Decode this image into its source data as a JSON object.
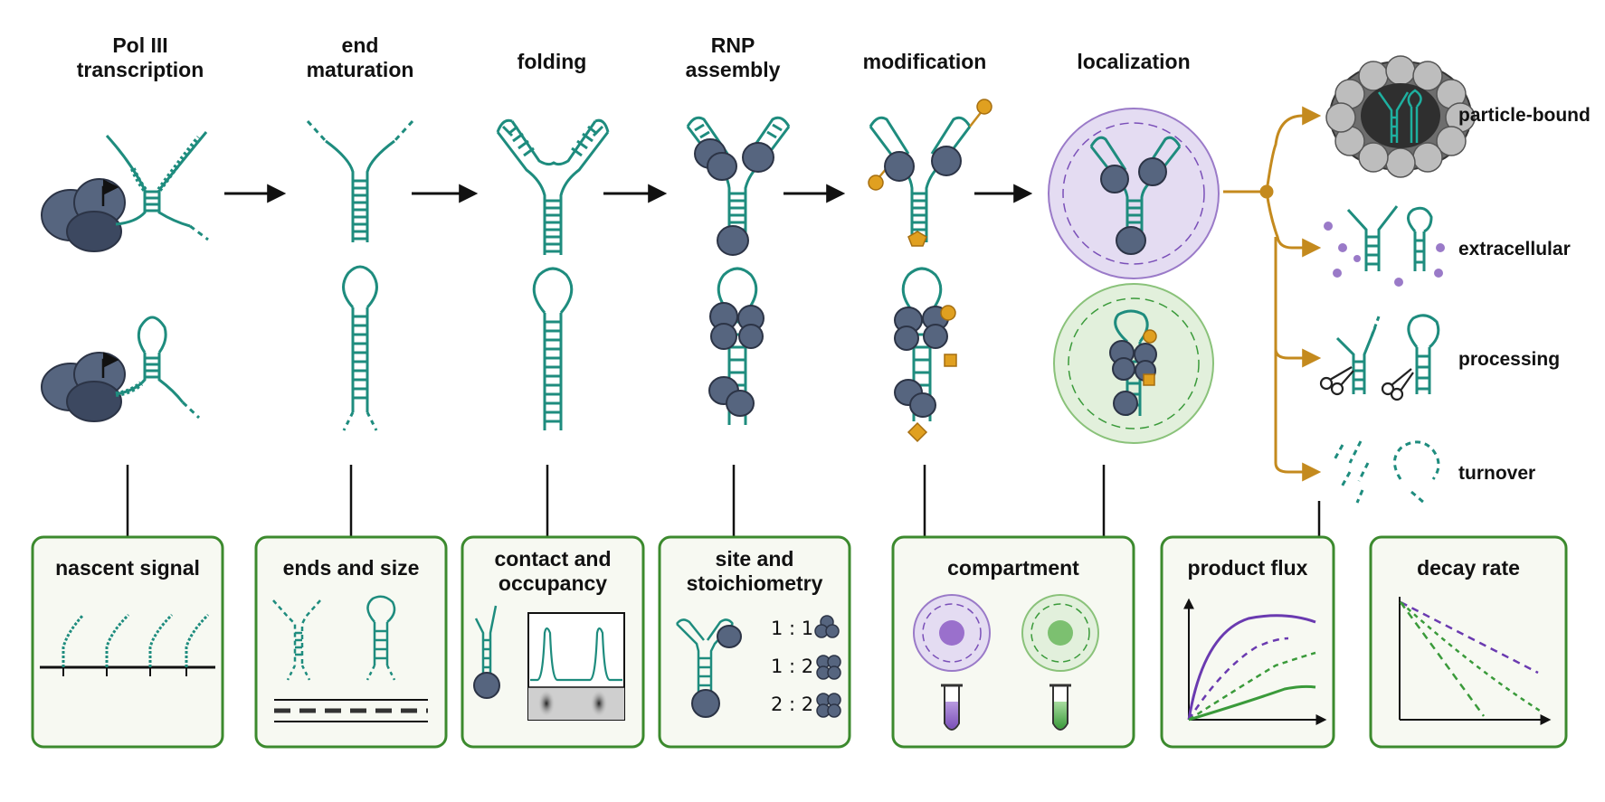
{
  "stages": [
    {
      "id": "transcription",
      "title": [
        "Pol III",
        "transcription"
      ]
    },
    {
      "id": "maturation",
      "title": [
        "end",
        "maturation"
      ]
    },
    {
      "id": "folding",
      "title": [
        "folding"
      ]
    },
    {
      "id": "assembly",
      "title": [
        "RNP",
        "assembly"
      ]
    },
    {
      "id": "modification",
      "title": [
        "modification"
      ]
    },
    {
      "id": "localization",
      "title": [
        "localization"
      ]
    }
  ],
  "outcomes": [
    {
      "id": "particle",
      "label": "particle-bound"
    },
    {
      "id": "extracellular",
      "label": "extracellular"
    },
    {
      "id": "processing",
      "label": "processing"
    },
    {
      "id": "turnover",
      "label": "turnover"
    }
  ],
  "readouts": [
    {
      "id": "nascent",
      "title": [
        "nascent signal"
      ]
    },
    {
      "id": "ends",
      "title": [
        "ends and size"
      ]
    },
    {
      "id": "contact",
      "title": [
        "contact and",
        "occupancy"
      ]
    },
    {
      "id": "stoich",
      "title": [
        "site  and",
        "stoichiometry"
      ]
    },
    {
      "id": "compartment",
      "title": [
        "compartment"
      ]
    },
    {
      "id": "flux",
      "title": [
        "product flux"
      ]
    },
    {
      "id": "decay",
      "title": [
        "decay rate"
      ]
    }
  ],
  "stoichiometry": [
    "1 : 1",
    "1 : 2",
    "2 : 2"
  ],
  "colors": {
    "rna": "#1e8c7e",
    "protein": "#56657f",
    "protein_dark": "#3c4860",
    "modification": "#e0a020",
    "branch": "#c48a1e",
    "box_border": "#3c8a2e",
    "box_fill": "#f7f9f2",
    "purple": "#7a4fb8",
    "purple_light": "#e4dcf2",
    "green": "#3a9a3a",
    "green_light": "#e2f0dc",
    "arrow": "#111111"
  }
}
